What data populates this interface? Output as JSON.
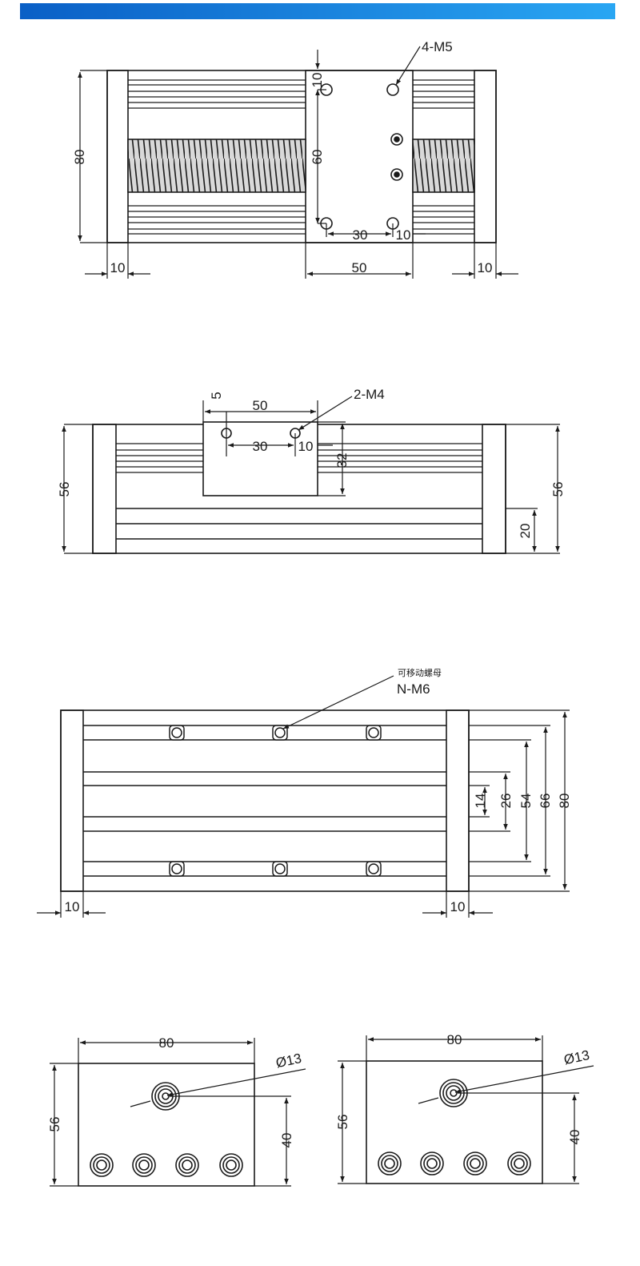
{
  "header": {
    "accent_start": "#0a5fc6",
    "accent_end": "#29a6f3"
  },
  "top_view": {
    "dim_height": "80",
    "dim_end_left": "10",
    "dim_carriage": "50",
    "dim_end_right": "10",
    "dim_hole_offset_v": "10",
    "dim_hole_pitch_v": "60",
    "dim_hole_pitch_h": "30",
    "dim_hole_offset_h": "10",
    "callout": "4-M5"
  },
  "side_view": {
    "dim_height_left": "56",
    "dim_height_right": "56",
    "dim_carriage_width": "50",
    "dim_hole_offset_v": "5",
    "dim_hole_pitch": "30",
    "dim_hole_offset_h": "10",
    "dim_carriage_height": "32",
    "dim_rail_height": "20",
    "callout": "2-M4"
  },
  "bottom_view": {
    "callout_cn": "可移动螺母",
    "callout": "N-M6",
    "dim_14": "14",
    "dim_26": "26",
    "dim_54": "54",
    "dim_66": "66",
    "dim_80": "80",
    "dim_end_left": "10",
    "dim_end_right": "10"
  },
  "end_views": [
    {
      "dim_width": "80",
      "dim_height": "56",
      "dim_center": "40",
      "dim_dia": "Ø13"
    },
    {
      "dim_width": "80",
      "dim_height": "56",
      "dim_center": "40",
      "dim_dia": "Ø13"
    }
  ]
}
